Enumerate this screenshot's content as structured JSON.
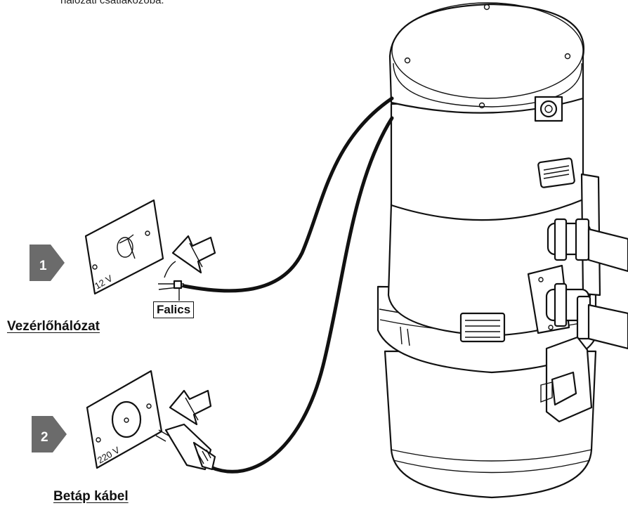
{
  "top_caption": "hálózati csatlakozóba.",
  "steps": [
    {
      "number": "1",
      "label": "Vezérlőhálózat",
      "voltage": "12 V"
    },
    {
      "number": "2",
      "label": "Betáp kábel",
      "voltage": "220 V"
    }
  ],
  "callout": "Falics",
  "colors": {
    "badge": "#6b6b6b",
    "line": "#111111",
    "background": "#ffffff"
  },
  "icons": [
    "step-1-arrow-badge",
    "step-2-arrow-badge",
    "insert-arrow-icon",
    "power-plug-icon",
    "control-wire-icon",
    "vacuum-unit"
  ]
}
